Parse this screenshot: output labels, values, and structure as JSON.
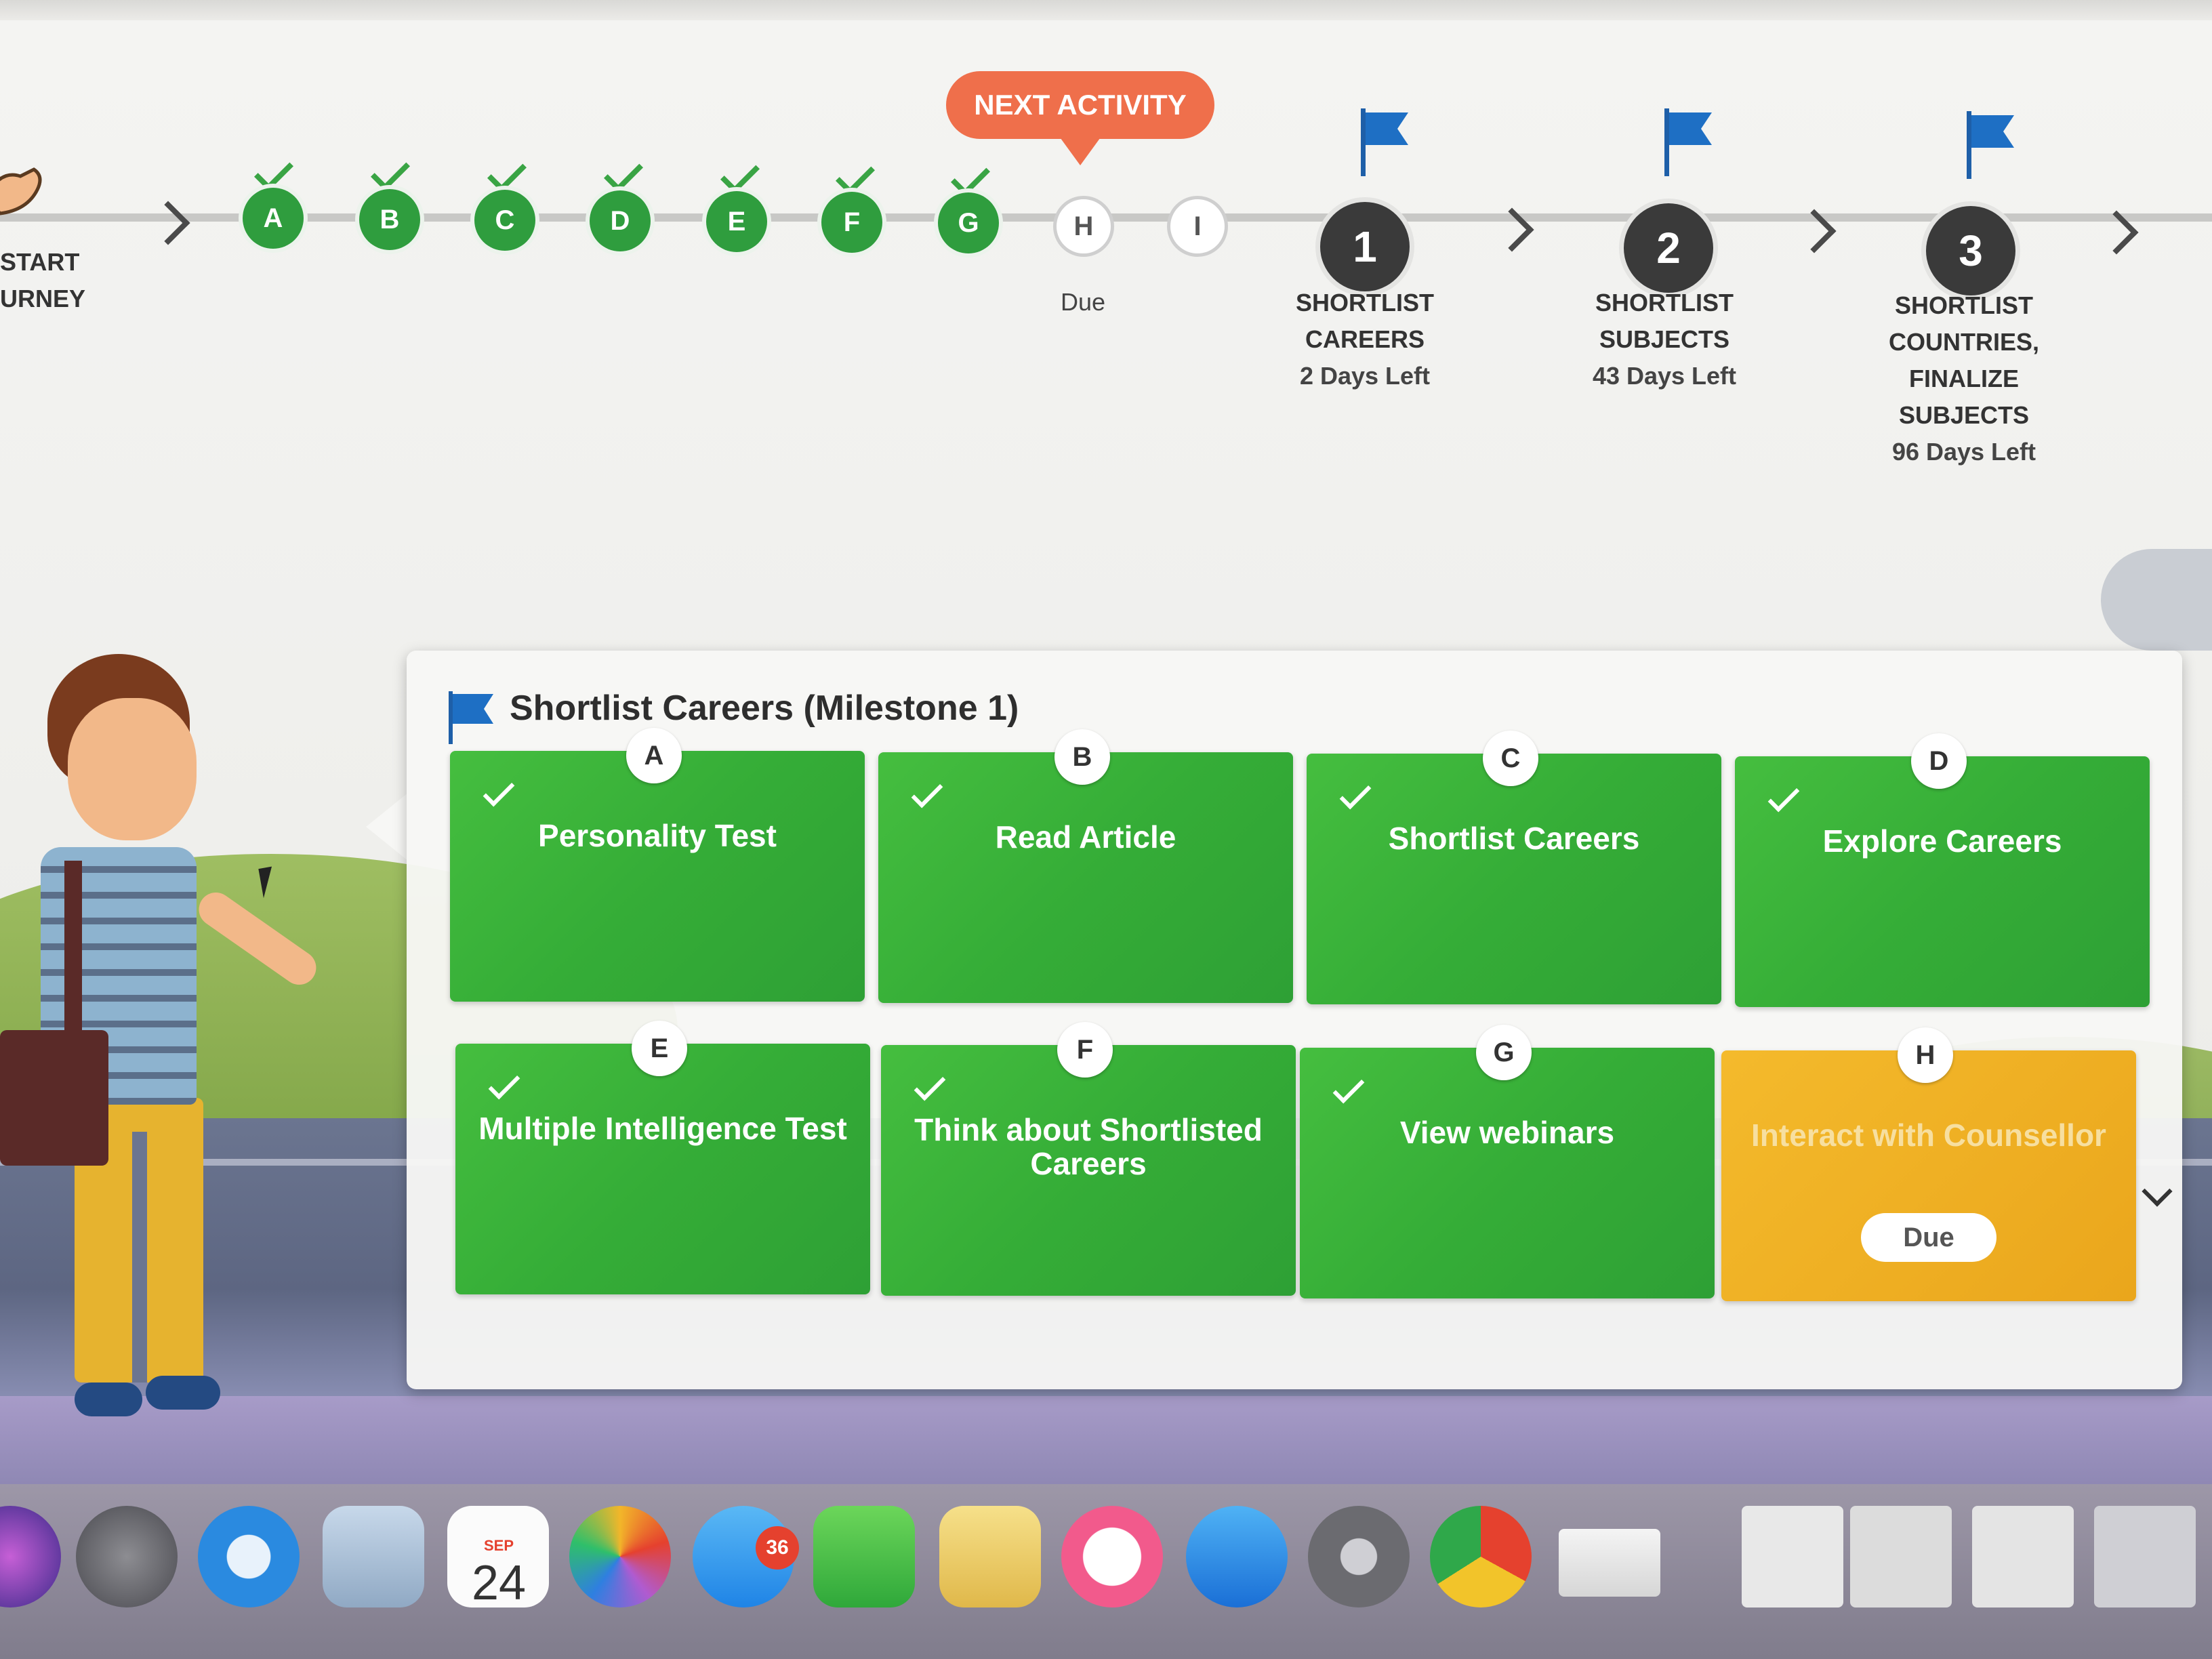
{
  "timeline": {
    "start_label": [
      "START",
      "URNEY"
    ],
    "activities": [
      {
        "letter": "A",
        "done": true
      },
      {
        "letter": "B",
        "done": true
      },
      {
        "letter": "C",
        "done": true
      },
      {
        "letter": "D",
        "done": true
      },
      {
        "letter": "E",
        "done": true
      },
      {
        "letter": "F",
        "done": true
      },
      {
        "letter": "G",
        "done": true
      },
      {
        "letter": "H",
        "done": false
      },
      {
        "letter": "I",
        "done": false
      }
    ],
    "next_activity": "NEXT ACTIVITY",
    "h_status": "Due",
    "milestones": [
      {
        "number": "1",
        "lines": [
          "SHORTLIST",
          "CAREERS"
        ],
        "days": "2 Days Left"
      },
      {
        "number": "2",
        "lines": [
          "SHORTLIST",
          "SUBJECTS"
        ],
        "days": "43 Days Left"
      },
      {
        "number": "3",
        "lines": [
          "SHORTLIST",
          "COUNTRIES,",
          "FINALIZE",
          "SUBJECTS"
        ],
        "days": "96 Days Left"
      }
    ]
  },
  "panel": {
    "title": "Shortlist Careers (Milestone 1)",
    "cards": [
      {
        "letter": "A",
        "title": "Personality Test",
        "status": "done"
      },
      {
        "letter": "B",
        "title": "Read Article",
        "status": "done"
      },
      {
        "letter": "C",
        "title": "Shortlist Careers",
        "status": "done"
      },
      {
        "letter": "D",
        "title": "Explore Careers",
        "status": "done"
      },
      {
        "letter": "E",
        "title": "Multiple Intelligence Test",
        "status": "done"
      },
      {
        "letter": "F",
        "title": "Think about Shortlisted Careers",
        "status": "done"
      },
      {
        "letter": "G",
        "title": "View webinars",
        "status": "done"
      },
      {
        "letter": "H",
        "title": "Interact with Counsellor",
        "status": "due",
        "button": "Due"
      }
    ]
  },
  "colors": {
    "done_green": "#3aaf3a",
    "due_orange": "#f0b024",
    "next_activity": "#ef6f4b",
    "flag_blue": "#1e6fc4",
    "milestone_dark": "#3a3a3a"
  },
  "dock": {
    "apps": [
      "siri-icon",
      "launchpad-icon",
      "safari-icon",
      "mail-icon",
      "calendar-icon",
      "photos-icon",
      "messages-icon",
      "facetime-icon",
      "notes-icon",
      "music-icon",
      "app-store-icon",
      "system-preferences-icon",
      "chrome-icon",
      "finder-window-icon",
      "document-icon",
      "stack-icon",
      "window-icon",
      "trash-icon"
    ],
    "messages_badge": "36",
    "calendar_month": "SEP",
    "calendar_day": "24"
  }
}
